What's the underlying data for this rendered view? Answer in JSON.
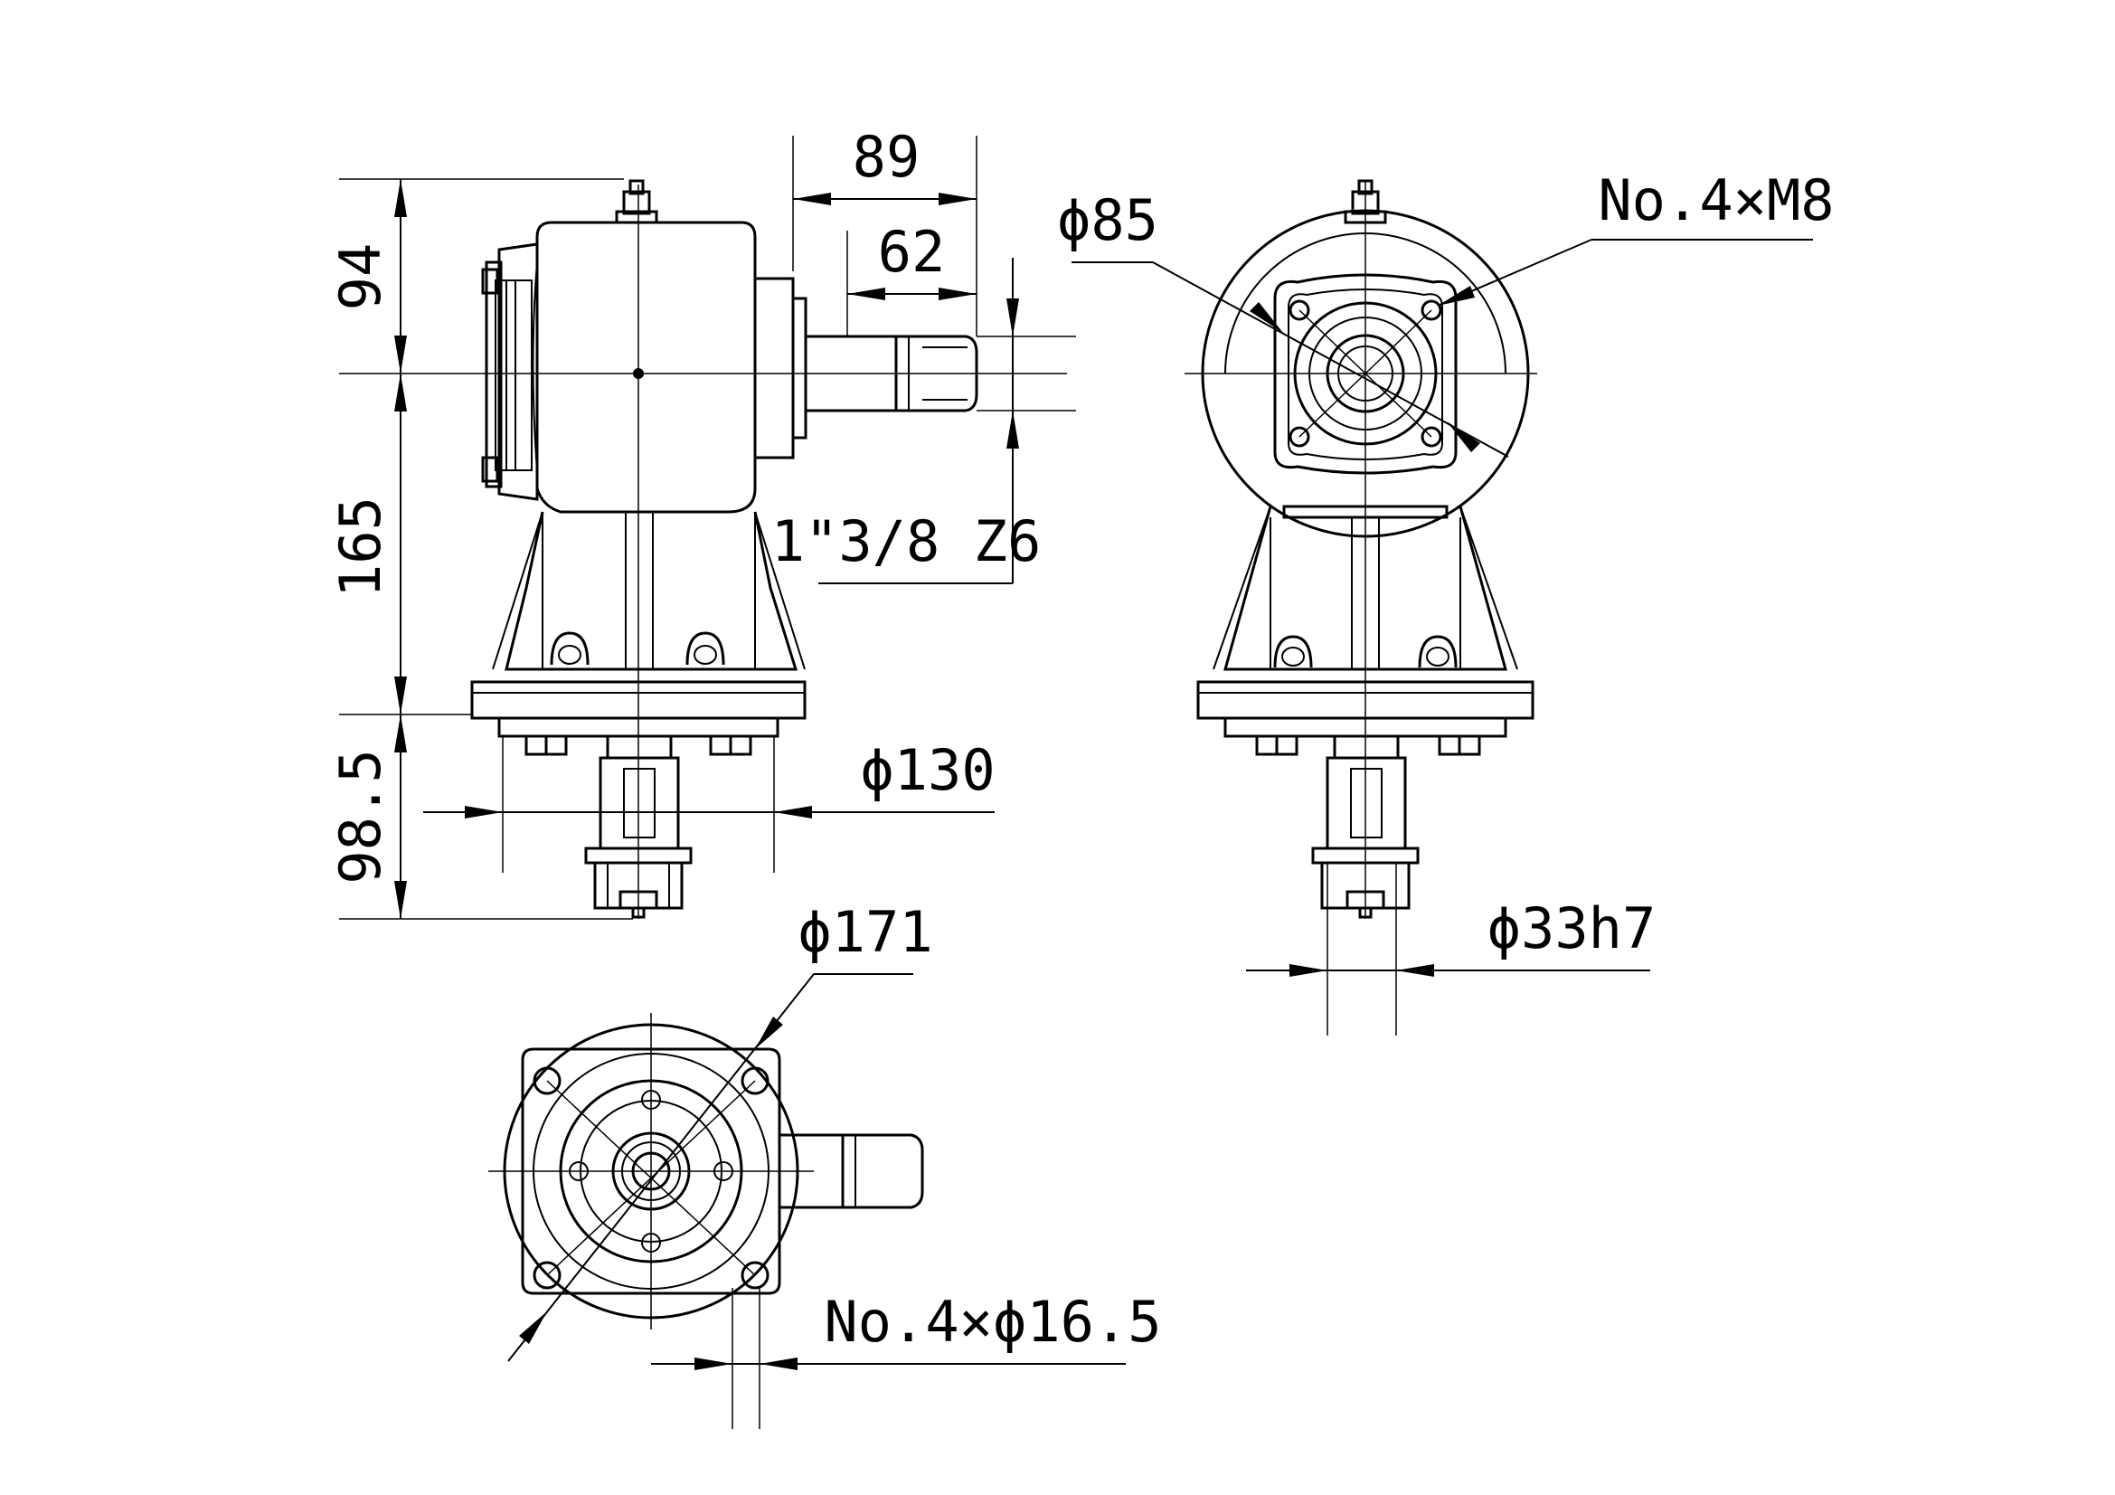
{
  "drawing": {
    "labels": {
      "dim_89": "89",
      "dim_62": "62",
      "dim_94": "94",
      "dim_165": "165",
      "dim_98_5": "98.5",
      "shaft_input": "1\"3/8 Z6",
      "dia_130": "ϕ130",
      "dia_85": "ϕ85",
      "bolts_m8": "No.4×M8",
      "dia_33h7": "ϕ33h7",
      "dia_171": "ϕ171",
      "holes_16_5": "No.4×ϕ16.5"
    },
    "views": [
      "side-view",
      "front-view",
      "bottom-view"
    ]
  }
}
